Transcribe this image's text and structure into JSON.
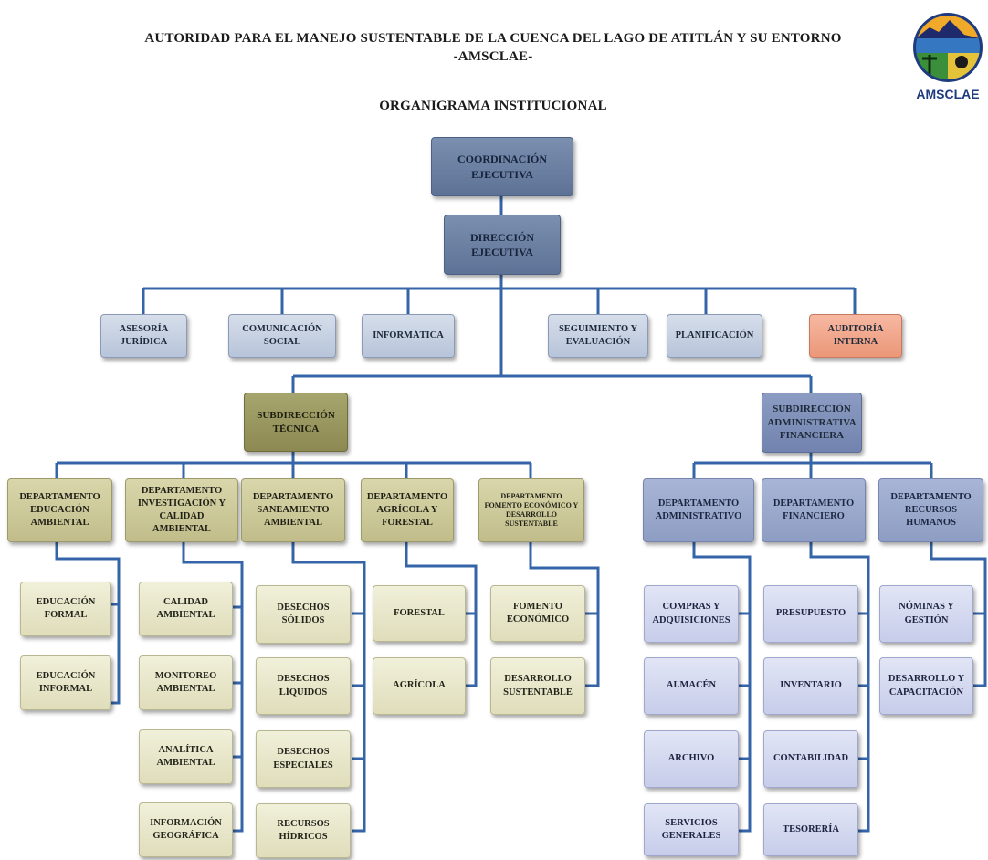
{
  "header": {
    "title_line1": "AUTORIDAD PARA EL MANEJO SUSTENTABLE DE LA CUENCA DEL LAGO DE ATITLÁN Y SU ENTORNO",
    "title_line2": "-AMSCLAE-",
    "subtitle": "ORGANIGRAMA INSTITUCIONAL",
    "logo_text": "AMSCLAE"
  },
  "nodes": {
    "coordinacion": "COORDINACIÓN\nEJECUTIVA",
    "direccion": "DIRECCIÓN\nEJECUTIVA",
    "asesoria": "ASESORÍA\nJURÍDICA",
    "comunicacion": "COMUNICACIÓN\nSOCIAL",
    "informatica": "INFORMÁTICA",
    "seguimiento": "SEGUIMIENTO Y\nEVALUACIÓN",
    "planificacion": "PLANIFICACIÓN",
    "auditoria": "AUDITORÍA\nINTERNA",
    "sub_tecnica": "SUBDIRECCIÓN\nTÉCNICA",
    "sub_admin": "SUBDIRECCIÓN\nADMINISTRATIVA\nFINANCIERA",
    "d_educacion": "DEPARTAMENTO\nEDUCACIÓN\nAMBIENTAL",
    "d_investigacion": "DEPARTAMENTO\nINVESTIGACIÓN Y\nCALIDAD AMBIENTAL",
    "d_saneamiento": "DEPARTAMENTO\nSANEAMIENTO\nAMBIENTAL",
    "d_agricola": "DEPARTAMENTO\nAGRÍCOLA Y\nFORESTAL",
    "d_fomento": "DEPARTAMENTO\nFOMENTO ECONÓMICO Y\nDESARROLLO\nSUSTENTABLE",
    "d_administrativo": "DEPARTAMENTO\nADMINISTRATIVO",
    "d_financiero": "DEPARTAMENTO\nFINANCIERO",
    "d_rrhh": "DEPARTAMENTO\nRECURSOS\nHUMANOS",
    "educ_formal": "EDUCACIÓN\nFORMAL",
    "educ_informal": "EDUCACIÓN\nINFORMAL",
    "calidad": "CALIDAD\nAMBIENTAL",
    "monitoreo": "MONITOREO\nAMBIENTAL",
    "analitica": "ANALÍTICA\nAMBIENTAL",
    "geografica": "INFORMACIÓN\nGEOGRÁFICA",
    "solidos": "DESECHOS\nSÓLIDOS",
    "liquidos": "DESECHOS\nLÍQUIDOS",
    "especiales": "DESECHOS\nESPECIALES",
    "hidricos": "RECURSOS\nHÍDRICOS",
    "forestal": "FORESTAL",
    "agricola": "AGRÍCOLA",
    "fomento_eco": "FOMENTO\nECONÓMICO",
    "desarrollo_sust": "DESARROLLO\nSUSTENTABLE",
    "compras": "COMPRAS Y\nADQUISICIONES",
    "almacen": "ALMACÉN",
    "archivo": "ARCHIVO",
    "servicios": "SERVICIOS\nGENERALES",
    "presupuesto": "PRESUPUESTO",
    "inventario": "INVENTARIO",
    "contabilidad": "CONTABILIDAD",
    "tesoreria": "TESORERÍA",
    "nominas": "NÓMINAS Y\nGESTIÓN",
    "desarrollo_cap": "DESARROLLO Y\nCAPACITACIÓN"
  }
}
